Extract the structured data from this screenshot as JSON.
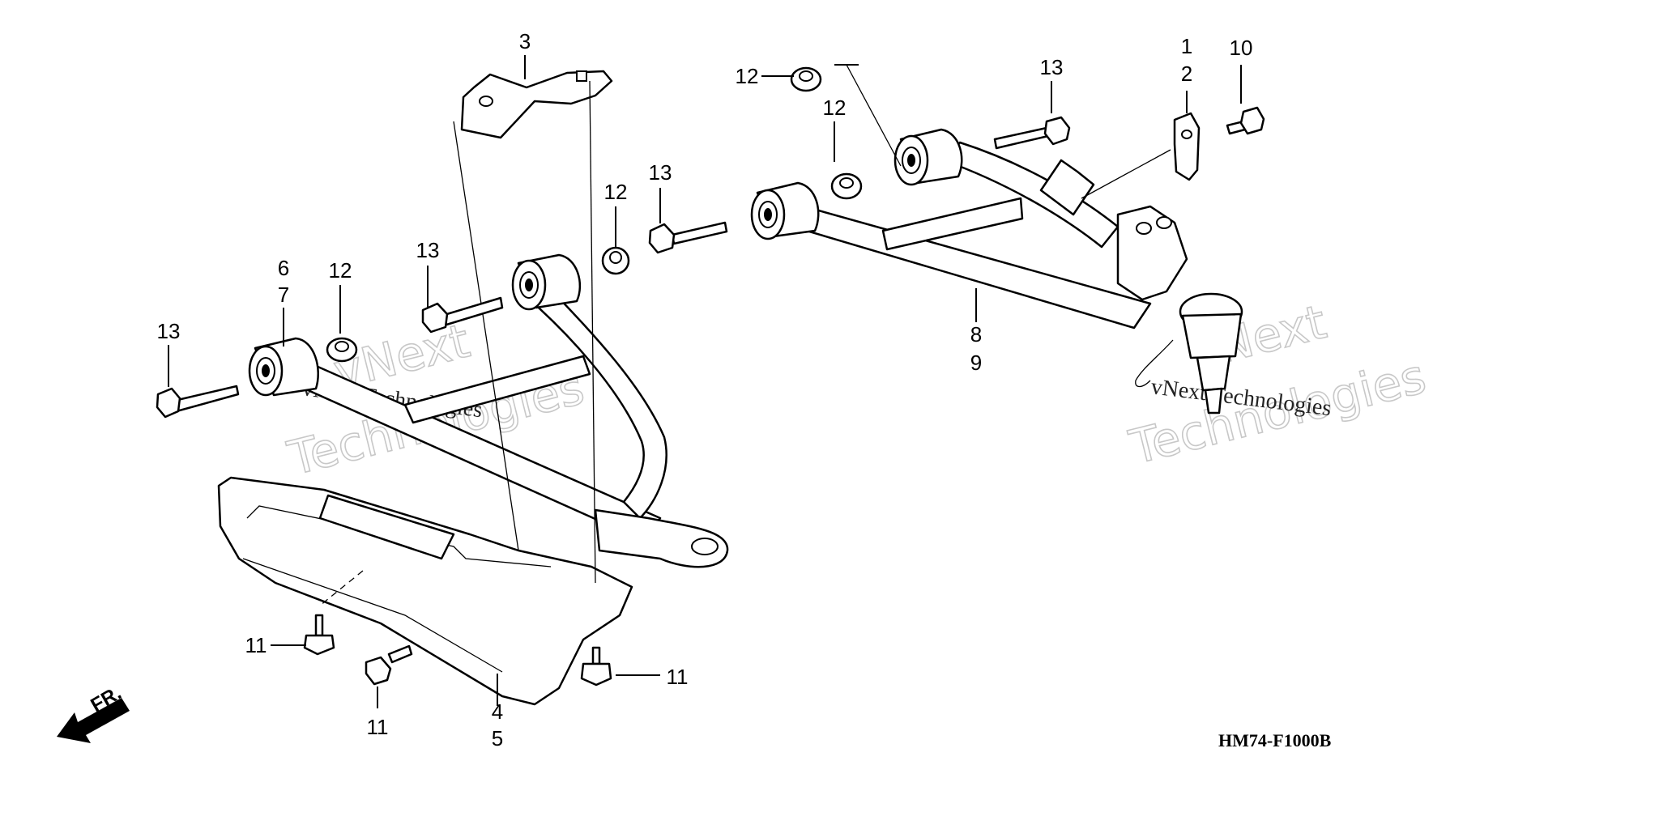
{
  "diagram": {
    "code": "HM74-F1000B",
    "direction_label": "FR.",
    "watermark": {
      "brand": "vNext",
      "word": "Technologies",
      "small": "vNext Technologies"
    },
    "callouts": {
      "c1": "1",
      "c2": "2",
      "c3": "3",
      "c4": "4",
      "c5": "5",
      "c6": "6",
      "c7": "7",
      "c8": "8",
      "c9": "9",
      "c10": "10",
      "c11a": "11",
      "c11b": "11",
      "c11c": "11",
      "c12a": "12",
      "c12b": "12",
      "c12c": "12",
      "c12d": "12",
      "c13a": "13",
      "c13b": "13",
      "c13c": "13",
      "c13d": "13"
    }
  }
}
